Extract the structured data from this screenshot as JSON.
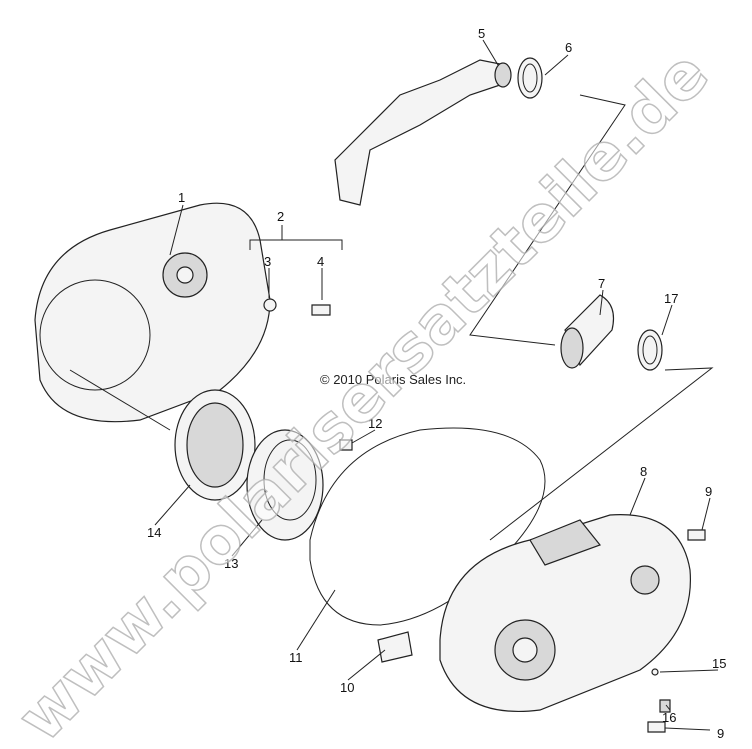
{
  "copyright": "© 2010 Polaris Sales Inc.",
  "watermark": "www.polarisersatzteile.de",
  "callouts": [
    "1",
    "2",
    "3",
    "4",
    "5",
    "6",
    "7",
    "17",
    "12",
    "8",
    "9",
    "14",
    "13",
    "11",
    "10",
    "15",
    "16",
    "9"
  ]
}
